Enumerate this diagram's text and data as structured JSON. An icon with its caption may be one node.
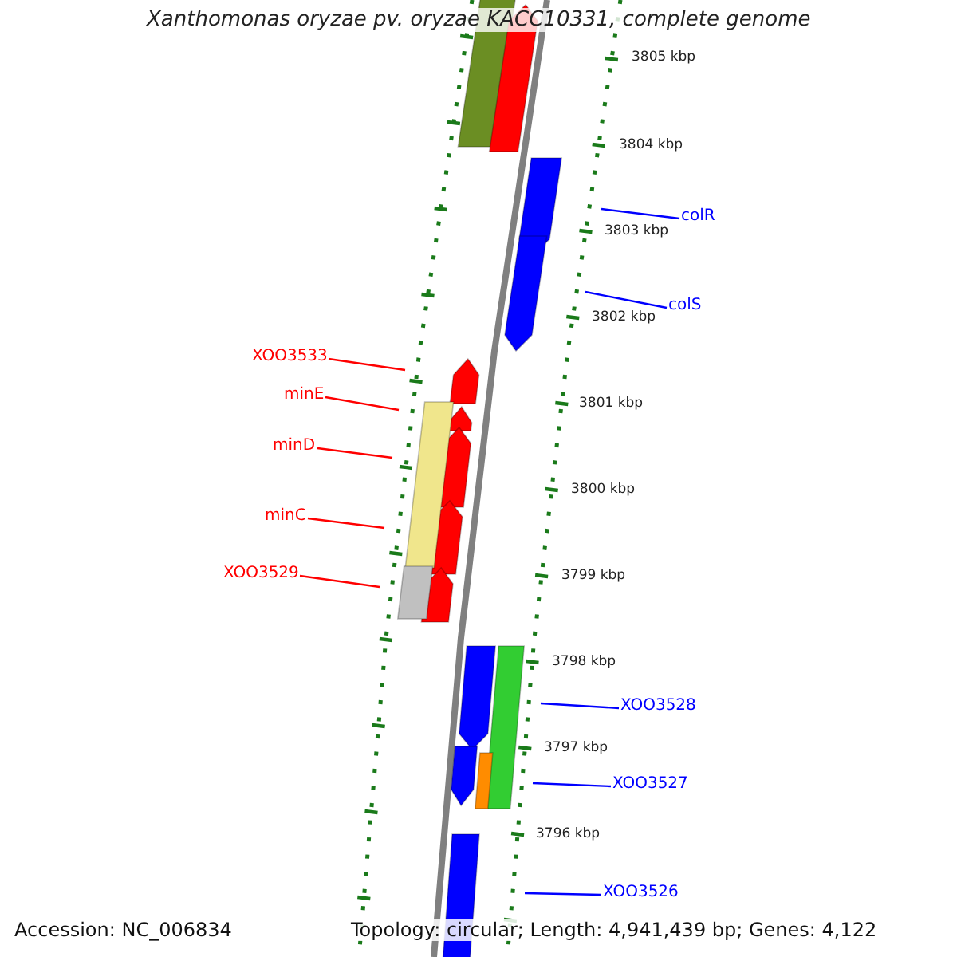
{
  "diagram": {
    "title": "Xanthomonas oryzae pv. oryzae KACC10331, complete genome",
    "nodes": [
      {
        "text": [
          "colR"
        ]
      },
      {
        "text": [
          "colS"
        ]
      },
      {
        "text": [
          "XOO3533"
        ]
      },
      {
        "text": [
          "minE"
        ]
      },
      {
        "text": [
          "minD"
        ]
      },
      {
        "text": [
          "minC"
        ]
      },
      {
        "text": [
          "XOO3529"
        ]
      },
      {
        "text": [
          "XOO3528"
        ]
      },
      {
        "text": [
          "XOO3527"
        ]
      },
      {
        "text": [
          "XOO3526"
        ]
      }
    ],
    "edges": [
      {
        "from": 0,
        "to": null,
        "arrow": "none"
      },
      {
        "from": 1,
        "to": null,
        "arrow": "none"
      },
      {
        "from": 2,
        "to": null,
        "arrow": "none",
        "color": "#ff0000"
      },
      {
        "from": 3,
        "to": null,
        "arrow": "none",
        "color": "#ff0000"
      },
      {
        "from": 4,
        "to": null,
        "arrow": "none",
        "color": "#ff0000"
      },
      {
        "from": 5,
        "to": null,
        "arrow": "none",
        "color": "#ff0000"
      },
      {
        "from": 6,
        "to": null,
        "arrow": "none",
        "color": "#ff0000"
      },
      {
        "from": 7,
        "to": null,
        "arrow": "none"
      },
      {
        "from": 8,
        "to": null,
        "arrow": "none"
      },
      {
        "from": 9,
        "to": null,
        "arrow": "none"
      }
    ],
    "labels": [
      "3805 kbp",
      "3804 kbp",
      "3803 kbp",
      "3802 kbp",
      "3801 kbp",
      "3800 kbp",
      "3799 kbp",
      "3798 kbp",
      "3797 kbp",
      "3796 kbp",
      "Accession: NC_006834",
      "Topology: circular; Length: 4,941,439 bp; Genes: 4,122"
    ]
  }
}
